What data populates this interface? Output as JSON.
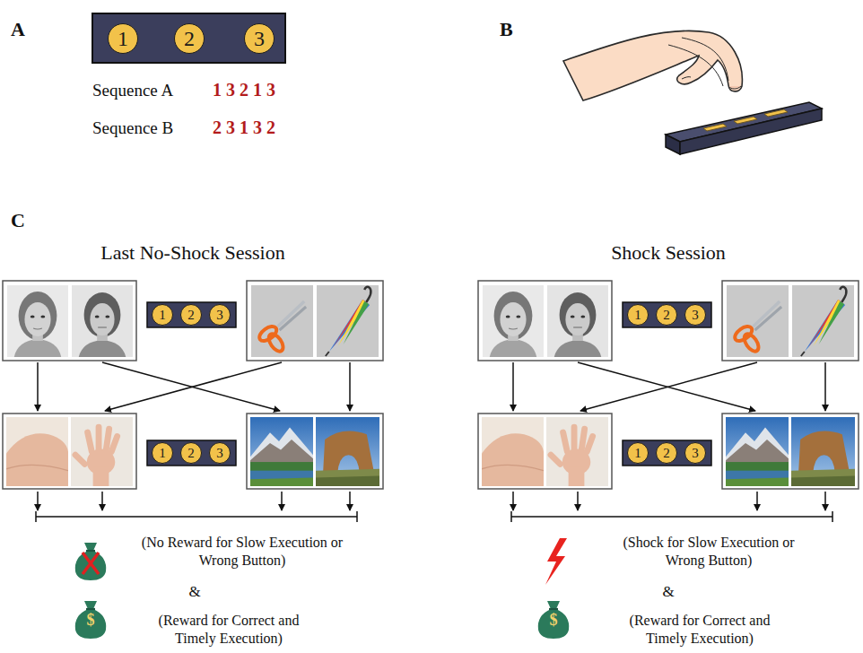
{
  "diagram": {
    "nodes": [
      {
        "text": [
          "1"
        ]
      },
      {
        "text": [
          "2"
        ]
      },
      {
        "text": [
          "3"
        ]
      },
      {
        "text": [
          "1"
        ]
      },
      {
        "text": [
          "2"
        ]
      },
      {
        "text": [
          "3"
        ]
      },
      {
        "text": [
          "1"
        ]
      },
      {
        "text": [
          "2"
        ]
      },
      {
        "text": [
          "3"
        ]
      },
      {
        "text": [
          "1"
        ]
      },
      {
        "text": [
          "2"
        ]
      },
      {
        "text": [
          "3"
        ]
      },
      {
        "text": [
          "1"
        ]
      },
      {
        "text": [
          "2"
        ]
      },
      {
        "text": [
          "3"
        ]
      }
    ],
    "labels": [
      "A",
      "Sequence A",
      "1 3 2 1 3",
      "Sequence B",
      "2 3 1 3 2",
      "B",
      "C",
      "Last No-Shock Session",
      "Shock Session",
      "(No Reward for Slow Execution or Wrong Button)",
      "&",
      "$",
      "(Reward for Correct and Timely Execution)",
      "(Shock for Slow Execution or Wrong Button)",
      "&",
      "$",
      "(Reward for Correct and Timely Execution)"
    ]
  }
}
